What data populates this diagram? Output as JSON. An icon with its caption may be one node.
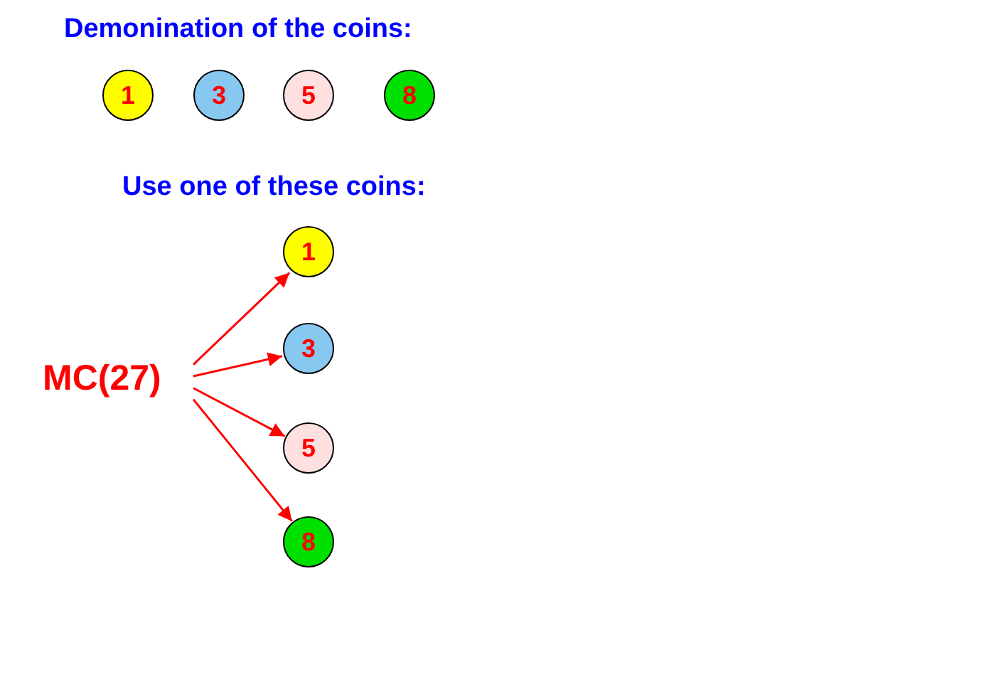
{
  "diagram": {
    "nodes": [
      {
        "text": [
          "1"
        ]
      },
      {
        "text": [
          "3"
        ]
      },
      {
        "text": [
          "5"
        ]
      },
      {
        "text": [
          "8"
        ]
      },
      {
        "text": [
          "MC(27)"
        ]
      },
      {
        "text": [
          "1"
        ]
      },
      {
        "text": [
          "3"
        ]
      },
      {
        "text": [
          "5"
        ]
      },
      {
        "text": [
          "8"
        ]
      }
    ],
    "edges": [
      {
        "from": 4,
        "to": 5,
        "arrow": "to"
      },
      {
        "from": 4,
        "to": 6,
        "arrow": "to"
      },
      {
        "from": 4,
        "to": 7,
        "arrow": "to"
      },
      {
        "from": 4,
        "to": 8,
        "arrow": "to"
      }
    ],
    "labels": [
      "Demonination of the coins:",
      "Use one of these coins:"
    ]
  }
}
